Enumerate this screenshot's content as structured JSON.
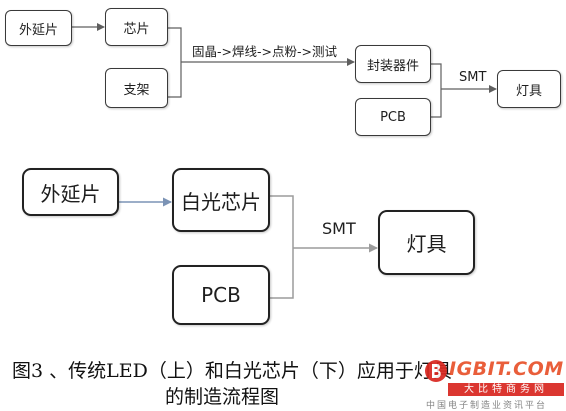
{
  "top_diagram": {
    "nodes": {
      "epi_wafer": "外延片",
      "chip": "芯片",
      "support": "支架",
      "packaged_device": "封装器件",
      "pcb": "PCB",
      "lamp": "灯具"
    },
    "process_label": "固晶->焊线->点粉->测试",
    "smt_label": "SMT"
  },
  "bottom_diagram": {
    "nodes": {
      "epi_wafer": "外延片",
      "white_chip": "白光芯片",
      "pcb": "PCB",
      "lamp": "灯具"
    },
    "smt_label": "SMT"
  },
  "caption": {
    "line1": "图3 、传统LED（上）和白光芯片（下）应用于灯具",
    "line2": "的制造流程图"
  },
  "watermark": {
    "logo_text": "IGBIT.COM",
    "brand": "大比特商务网",
    "tagline": "中国电子制造业资讯平台"
  },
  "colors": {
    "box_border": "#3a3a3a",
    "line_dark": "#5f5f5f",
    "line_blue": "#7b93b5",
    "line_grey": "#9c9c9c",
    "watermark_red": "#d8261f",
    "watermark_orange": "#e8512a"
  }
}
